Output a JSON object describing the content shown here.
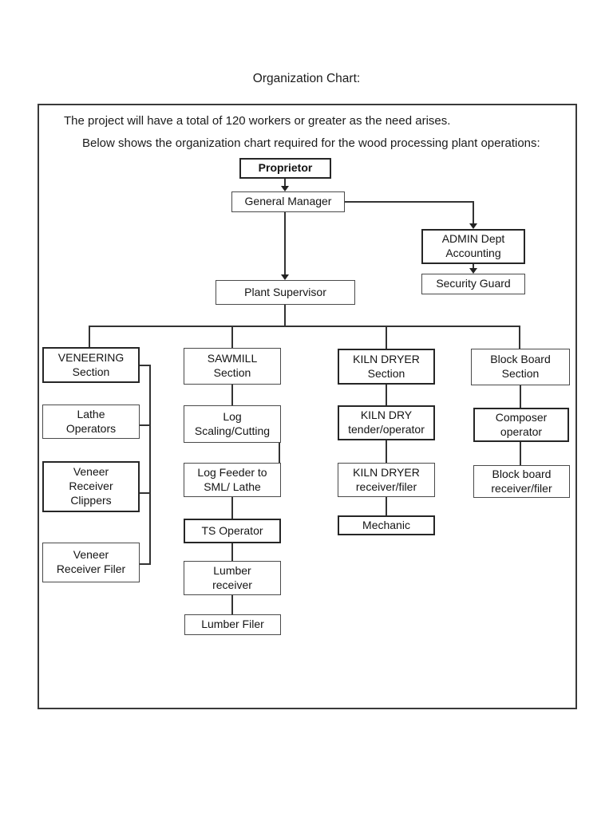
{
  "page_title": "Organization Chart:",
  "intro": {
    "paragraph1": "The project will have a total of 120 workers or greater as the need arises.",
    "paragraph2": "Below shows the organization chart required for the wood processing plant operations:"
  },
  "org": {
    "proprietor": {
      "label": "Proprietor"
    },
    "general_manager": {
      "label": "General Manager"
    },
    "admin_dept": {
      "line1": "ADMIN Dept",
      "line2": "Accounting"
    },
    "security_guard": {
      "label": "Security Guard"
    },
    "plant_supervisor": {
      "label": "Plant Supervisor"
    },
    "veneering_section": {
      "line1": "VENEERING",
      "line2": "Section"
    },
    "lathe_operators": {
      "line1": "Lathe",
      "line2": "Operators"
    },
    "veneer_receiver_clippers": {
      "line1": "Veneer",
      "line2": "Receiver",
      "line3": "Clippers"
    },
    "veneer_receiver_filer": {
      "line1": "Veneer",
      "line2": "Receiver Filer"
    },
    "sawmill_section": {
      "line1": "SAWMILL",
      "line2": "Section"
    },
    "log_scaling_cutting": {
      "line1": "Log",
      "line2": "Scaling/Cutting"
    },
    "log_feeder": {
      "line1": "Log Feeder to",
      "line2": "SML/ Lathe"
    },
    "ts_operator": {
      "label": "TS Operator"
    },
    "lumber_receiver": {
      "line1": "Lumber",
      "line2": "receiver"
    },
    "lumber_filer": {
      "label": "Lumber Filer"
    },
    "kiln_dryer_section": {
      "line1": "KILN DRYER",
      "line2": "Section"
    },
    "kiln_dry_tender": {
      "line1": "KILN DRY",
      "line2": "tender/operator"
    },
    "kiln_dryer_receiver": {
      "line1": "KILN DRYER",
      "line2": "receiver/filer"
    },
    "mechanic": {
      "label": "Mechanic"
    },
    "block_board_section": {
      "line1": "Block Board",
      "line2": "Section"
    },
    "composer_operator": {
      "line1": "Composer",
      "line2": "operator"
    },
    "block_board_receiver": {
      "line1": "Block board",
      "line2": "receiver/filer"
    }
  },
  "colors": {
    "background": "#ffffff",
    "line": "#333333",
    "text": "#161616",
    "border": "#3a3a3a"
  }
}
